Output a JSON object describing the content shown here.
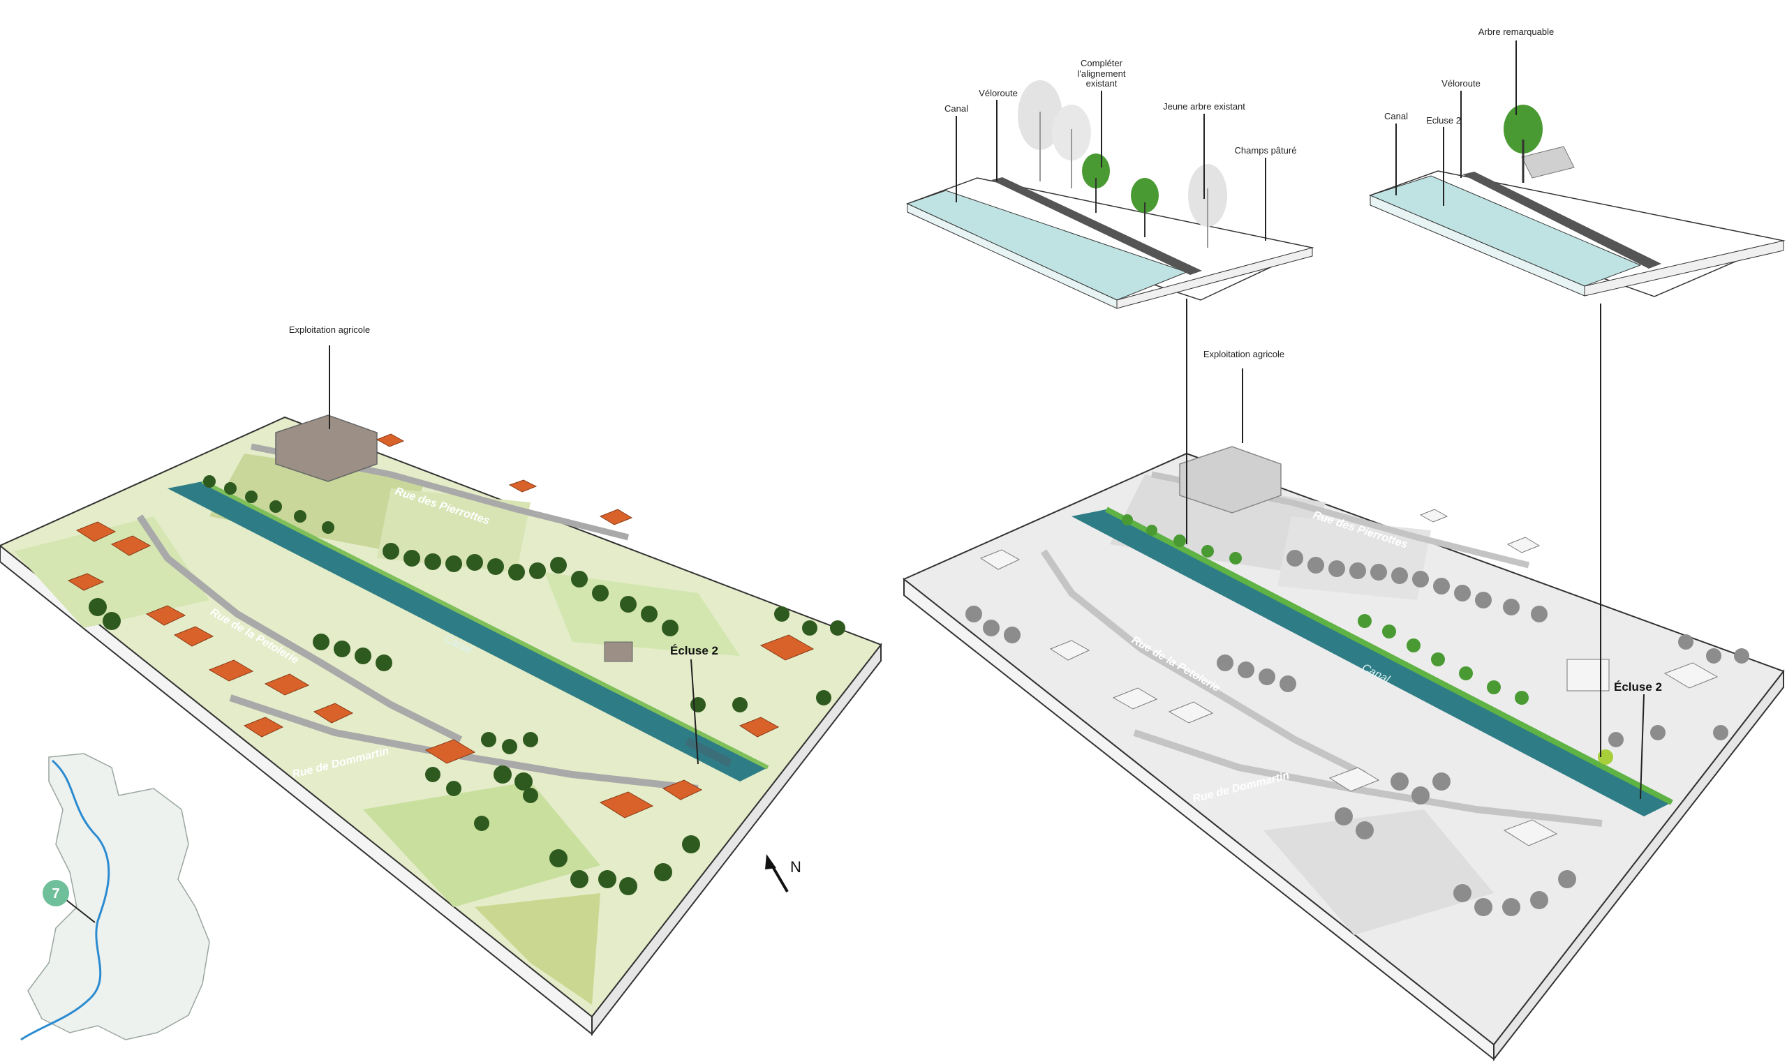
{
  "colors": {
    "canal": "#2e7d86",
    "canal_light": "#bfe3e3",
    "land_light": "#e4ecc9",
    "grass": "#cfe0a2",
    "roof": "#d9622b",
    "tree_dark": "#2f5a1f",
    "tree_highlight": "#4a9a33",
    "gray_land": "#ececec",
    "badge": "#6fbf9a",
    "river": "#2b8bd0"
  },
  "left_block": {
    "farm_label": "Exploitation agricole",
    "road_1": "Rue des Pierrottes",
    "road_2": "Rue de la Petolerie",
    "road_3": "Rue de Dommartin",
    "canal_label": "Canal",
    "lock_label": "Écluse 2",
    "north_label": "N"
  },
  "locator": {
    "badge": "7",
    "icons": [
      "region-map",
      "river-line"
    ]
  },
  "right_block": {
    "farm_label": "Exploitation agricole",
    "road_1": "Rue des Pierrottes",
    "road_2": "Rue de la Petolerie",
    "road_3": "Rue de Dommartin",
    "canal_label": "Canal",
    "lock_label": "Écluse 2"
  },
  "section_1": {
    "canal": "Canal",
    "veloroute": "Véloroute",
    "alignment_1": "Compléter",
    "alignment_2": "l'alignement",
    "alignment_3": "existant",
    "young_tree": "Jeune arbre existant",
    "pasture": "Champs pâturé"
  },
  "section_2": {
    "notable_tree": "Arbre remarquable",
    "veloroute": "Véloroute",
    "canal": "Canal",
    "lock": "Ecluse 2"
  }
}
